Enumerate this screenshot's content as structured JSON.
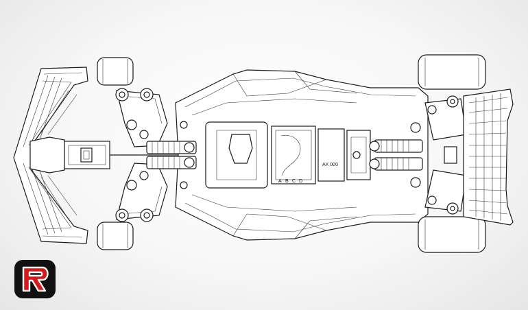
{
  "drawing": {
    "kind": "rc-car-chassis-blueprint",
    "view": "top",
    "chassis_markings": [
      "A",
      "B",
      "C",
      "D"
    ],
    "side_marking": "AX 000",
    "badge_text": "R"
  },
  "colors": {
    "line": "#1a1a1a",
    "paper": "#ffffff",
    "vignette": "#e6e6e6",
    "logo_red": "#d7191c",
    "logo_black": "#111111"
  },
  "icons": [
    "redrc-logo-icon"
  ]
}
